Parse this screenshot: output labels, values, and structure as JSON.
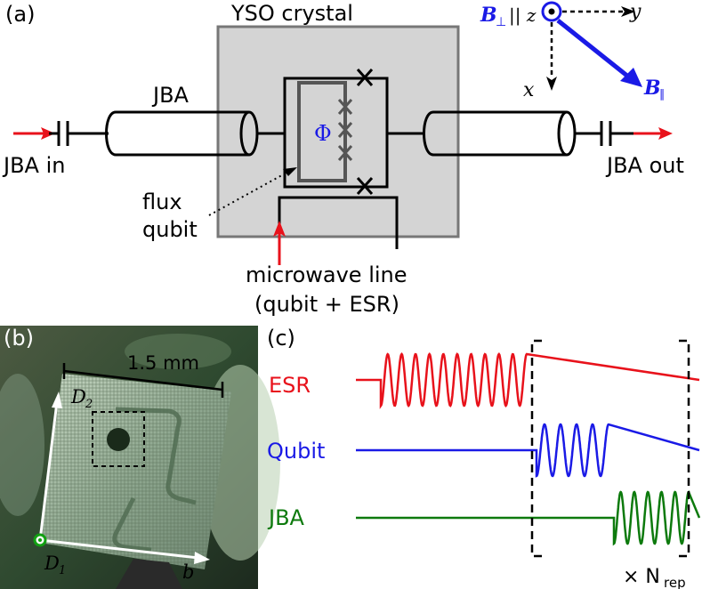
{
  "panel_a": {
    "label": "(a)",
    "crystal_label": "YSO crystal",
    "jba_label": "JBA",
    "jba_in": "JBA in",
    "jba_out": "JBA out",
    "phi": "Φ",
    "flux_qubit": [
      "flux",
      "qubit"
    ],
    "microwave_line": [
      "microwave line",
      "(qubit + ESR)"
    ],
    "axes": {
      "b_perp": "B",
      "b_perp_sub": "⊥",
      "b_perp_rel": "|| z",
      "y": "y",
      "x": "x",
      "b_par": "B",
      "b_par_sub": "∥"
    }
  },
  "panel_b": {
    "label": "(b)",
    "scale": "1.5 mm",
    "d2": "D",
    "d2_sub": "2",
    "d1": "D",
    "d1_sub": "1",
    "b": "b"
  },
  "panel_c": {
    "label": "(c)",
    "channels": [
      {
        "name": "ESR",
        "color": "#e8121b"
      },
      {
        "name": "Qubit",
        "color": "#1a1ae6"
      },
      {
        "name": "JBA",
        "color": "#0d7a0d"
      }
    ],
    "repeat": "× N",
    "repeat_sub": "rep"
  },
  "colors": {
    "red": "#e8121b",
    "blue": "#1a1ae6",
    "green": "#0d7a0d",
    "crystal": "#d4d4d4"
  }
}
